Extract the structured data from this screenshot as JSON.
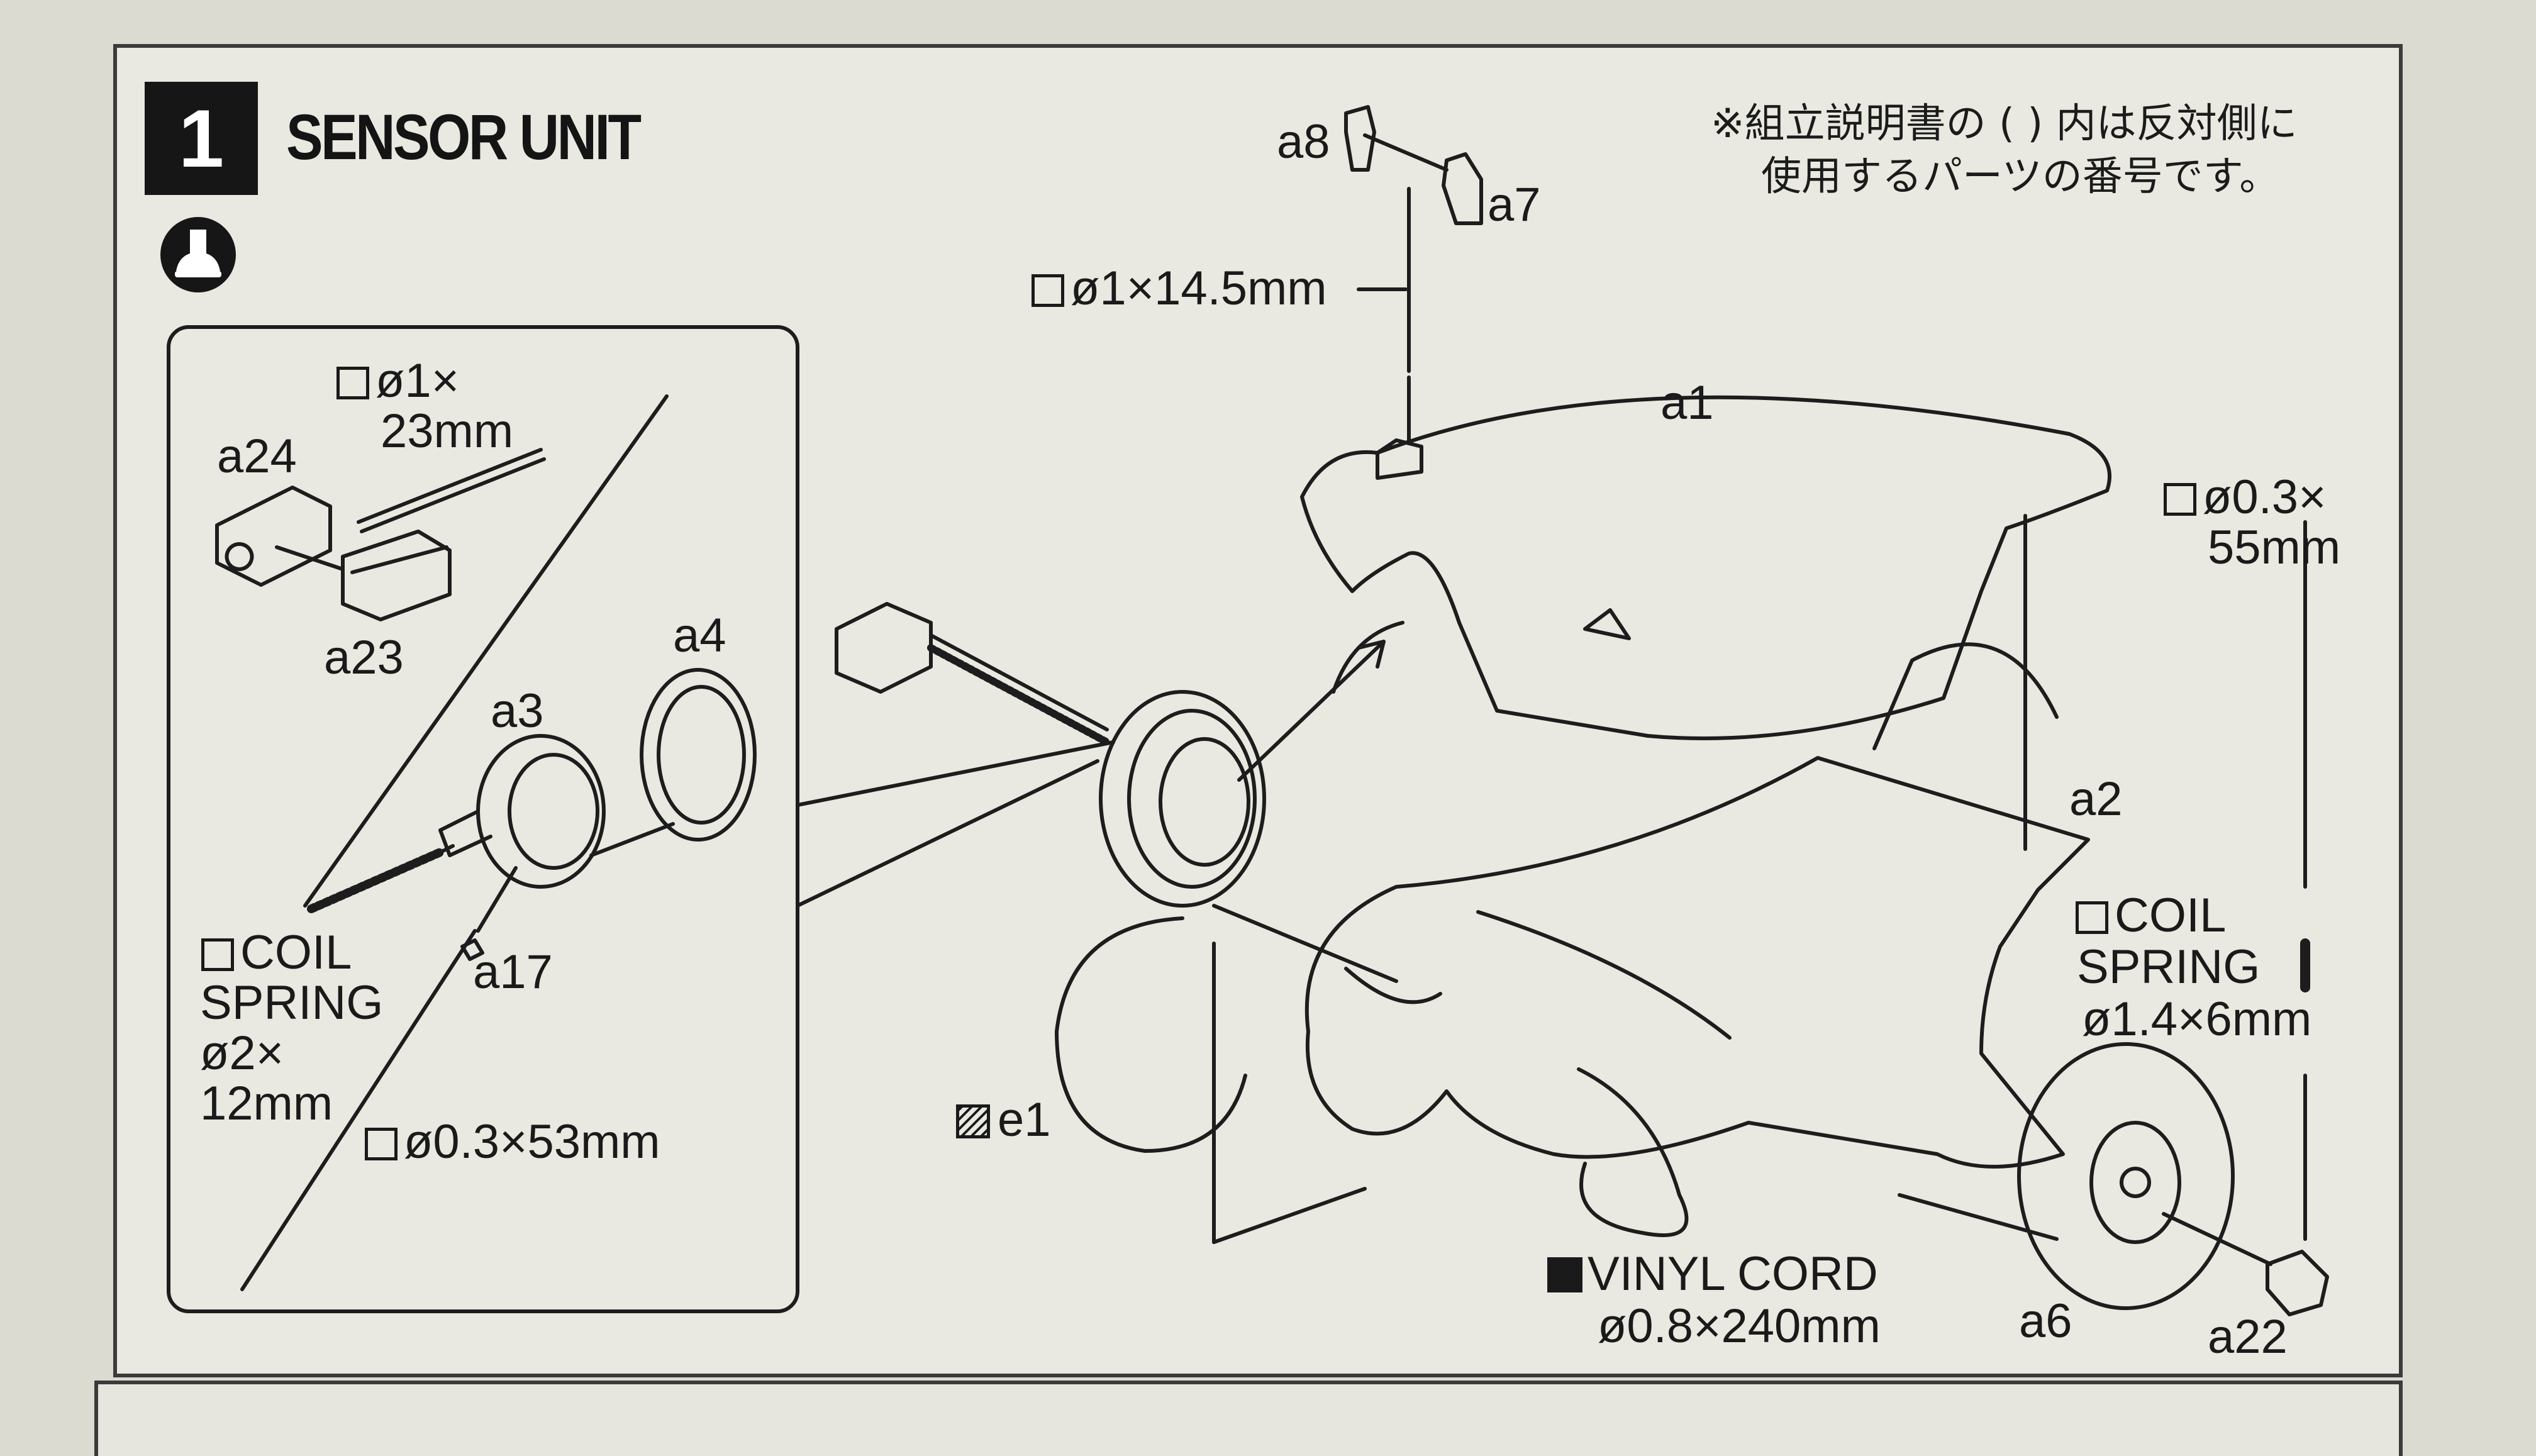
{
  "step": {
    "number": "1",
    "title": "SENSOR UNIT"
  },
  "icons": {
    "glue": "glue-icon"
  },
  "note": {
    "line1": "※組立説明書の ( ) 内は反対側に",
    "line2": "使用するパーツの番号です。"
  },
  "parts": {
    "a1": "a1",
    "a2": "a2",
    "a3": "a3",
    "a4": "a4",
    "a6": "a6",
    "a7": "a7",
    "a8": "a8",
    "a17": "a17",
    "a22": "a22",
    "a23": "a23",
    "a24": "a24",
    "e1": "e1"
  },
  "materials": {
    "rod_top": "ø1×14.5mm",
    "rod_inset_1": "ø1×",
    "rod_inset_2": "23mm",
    "wire_right_1": "ø0.3×",
    "wire_right_2": "55mm",
    "coil_left_1": "COIL",
    "coil_left_2": "SPRING",
    "coil_left_3": "ø2×",
    "coil_left_4": "12mm",
    "wire_left": "ø0.3×53mm",
    "coil_right_1": "COIL",
    "coil_right_2": "SPRING",
    "coil_right_3": "ø1.4×6mm",
    "cord_1": "VINYL CORD",
    "cord_2": "ø0.8×240mm"
  }
}
